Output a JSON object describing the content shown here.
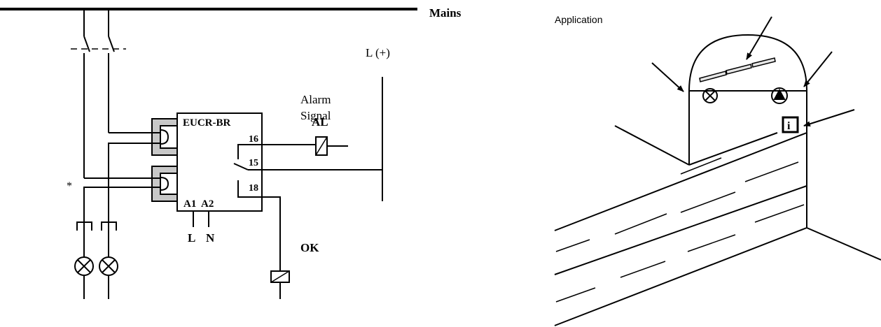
{
  "wiring": {
    "mains_label": "Mains",
    "supply_label": "L (+)",
    "alarm_line1": "Alarm",
    "alarm_line2": "Signal",
    "alarm_code": "AL",
    "device_name": "EUCR-BR",
    "terminal_16": "16",
    "terminal_15": "15",
    "terminal_18": "18",
    "terminal_a1": "A1",
    "terminal_a2": "A2",
    "power_l": "L",
    "power_n": "N",
    "ok_label": "OK",
    "asterisk": "*"
  },
  "application": {
    "title": "Application"
  },
  "colors": {
    "line": "#000000",
    "sensor_fill": "#c8c8c8",
    "lamp_bar_fill": "#e6e6e6",
    "background": "#ffffff"
  },
  "icons": [
    "lamp-icon",
    "pump-icon",
    "info-icon",
    "relay-coil-icon",
    "switch-contact-icon"
  ]
}
